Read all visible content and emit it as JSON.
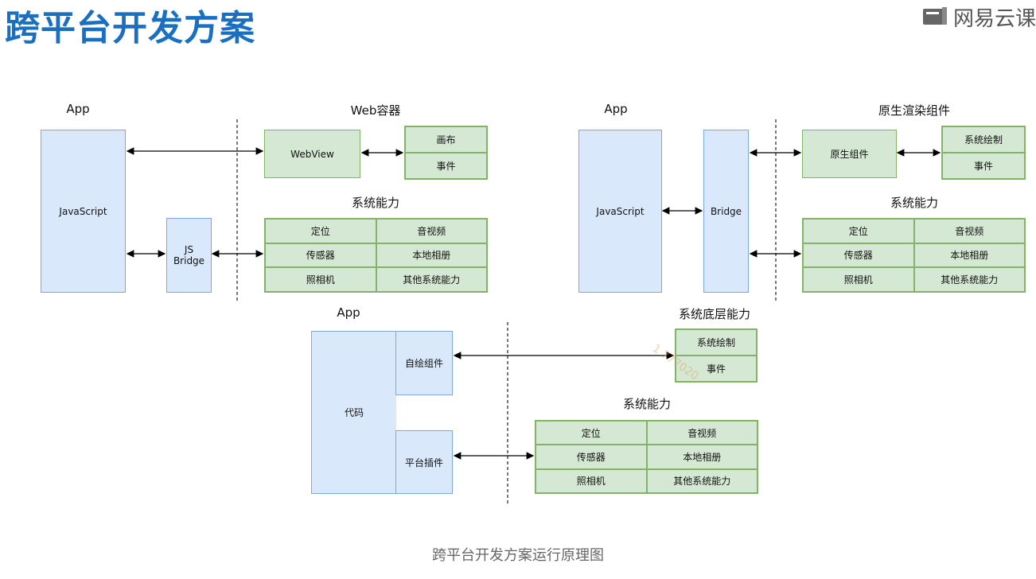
{
  "title": "跨平台开发方案",
  "brand": {
    "name": "网易云课",
    "icon": "book-icon"
  },
  "caption": "跨平台开发方案运行原理图",
  "watermark": "1 777020",
  "colors": {
    "title": "#1a6fc1",
    "blue_fill": "#dae8fc",
    "blue_border": "#7ea6e0",
    "green_fill": "#d5e8d4",
    "green_border": "#82b366"
  },
  "d1": {
    "app_label": "App",
    "javascript": "JavaScript",
    "js_bridge": [
      "JS",
      "Bridge"
    ],
    "web_container_label": "Web容器",
    "webview": "WebView",
    "canvas": "画布",
    "event": "事件",
    "capability_label": "系统能力",
    "capabilities": [
      "定位",
      "音视频",
      "传感器",
      "本地相册",
      "照相机",
      "其他系统能力"
    ]
  },
  "d2": {
    "app_label": "App",
    "javascript": "JavaScript",
    "bridge": "Bridge",
    "native_render_label": "原生渲染组件",
    "native_component": "原生组件",
    "system_draw": "系统绘制",
    "event": "事件",
    "capability_label": "系统能力",
    "capabilities": [
      "定位",
      "音视频",
      "传感器",
      "本地相册",
      "照相机",
      "其他系统能力"
    ]
  },
  "d3": {
    "app_label": "App",
    "code": "代码",
    "self_draw_component": "自绘组件",
    "platform_plugin": "平台插件",
    "system_base_label": "系统底层能力",
    "system_draw": "系统绘制",
    "event": "事件",
    "capability_label": "系统能力",
    "capabilities": [
      "定位",
      "音视频",
      "传感器",
      "本地相册",
      "照相机",
      "其他系统能力"
    ]
  }
}
